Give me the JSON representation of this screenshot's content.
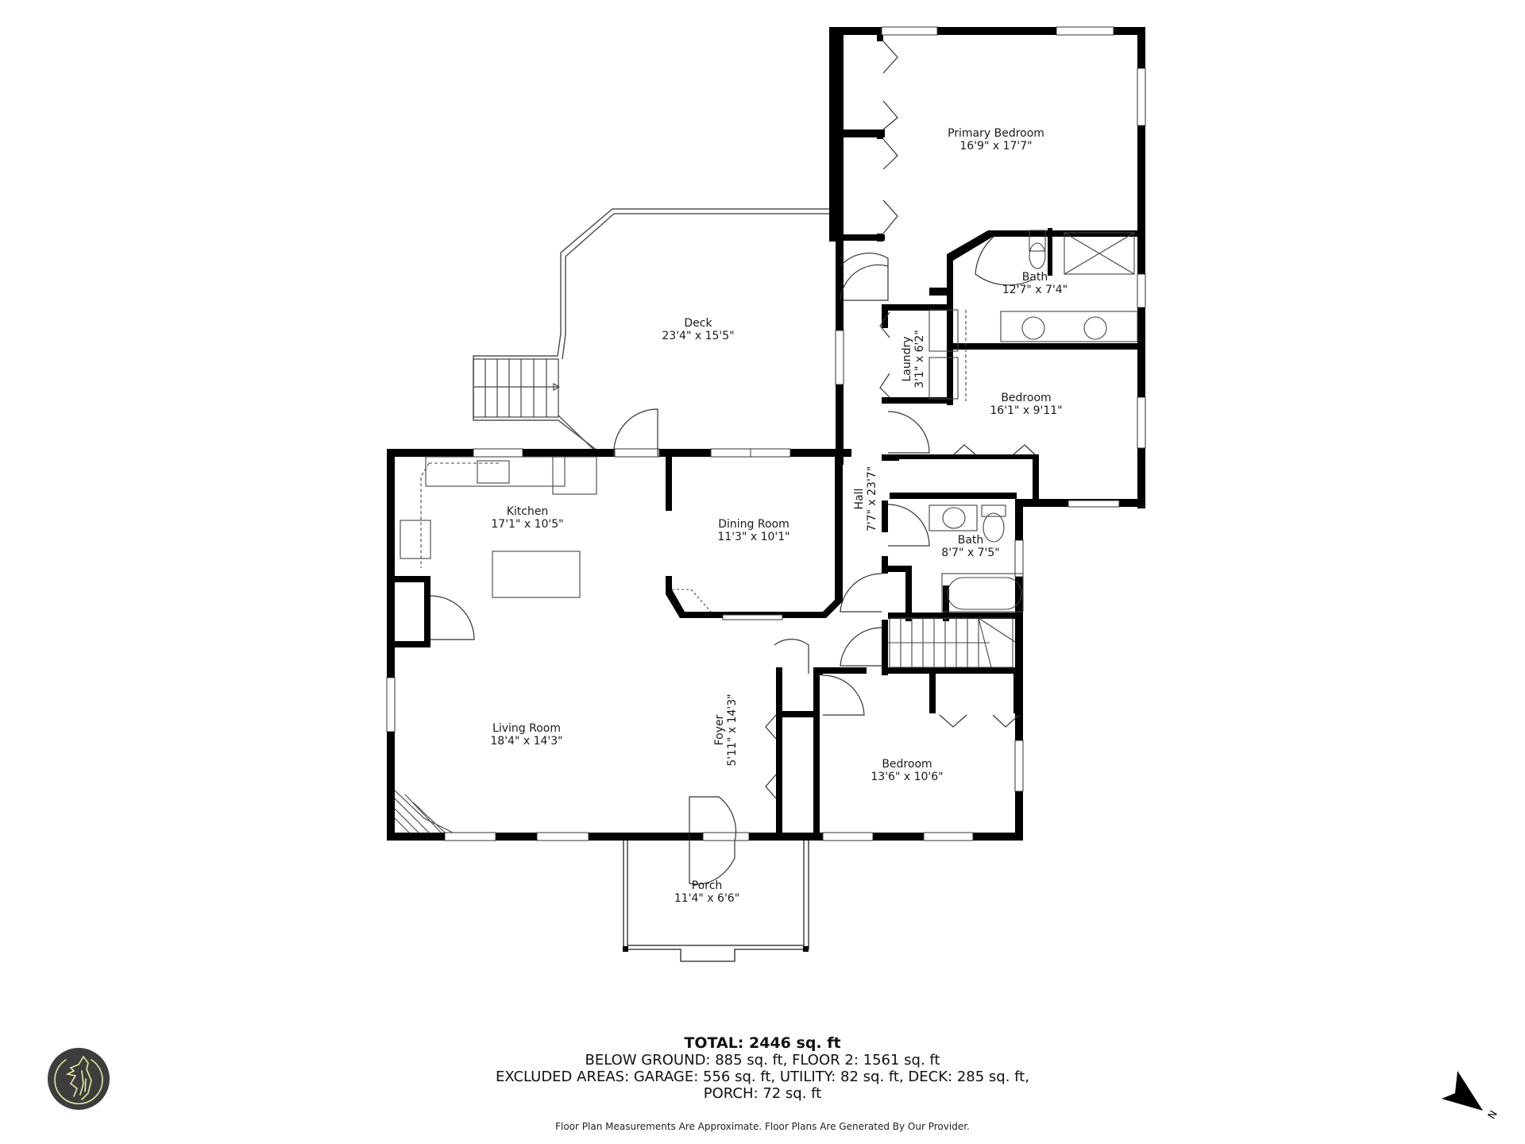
{
  "rooms": {
    "primary_bedroom": {
      "name": "Primary Bedroom",
      "dims": "16'9\" x 17'7\""
    },
    "primary_bath": {
      "name": "Bath",
      "dims": "12'7\" x 7'4\""
    },
    "deck": {
      "name": "Deck",
      "dims": "23'4\" x 15'5\""
    },
    "laundry": {
      "name": "Laundry",
      "dims": "3'1\" x 6'2\""
    },
    "bedroom_upper": {
      "name": "Bedroom",
      "dims": "16'1\" x 9'11\""
    },
    "kitchen": {
      "name": "Kitchen",
      "dims": "17'1\" x 10'5\""
    },
    "dining_room": {
      "name": "Dining Room",
      "dims": "11'3\" x 10'1\""
    },
    "hall": {
      "name": "Hall",
      "dims": "7'7\" x 23'7\""
    },
    "hall_bath": {
      "name": "Bath",
      "dims": "8'7\" x 7'5\""
    },
    "living_room": {
      "name": "Living Room",
      "dims": "18'4\" x 14'3\""
    },
    "foyer": {
      "name": "Foyer",
      "dims": "5'11\" x 14'3\""
    },
    "bedroom_lower": {
      "name": "Bedroom",
      "dims": "13'6\" x 10'6\""
    },
    "porch": {
      "name": "Porch",
      "dims": "11'4\" x 6'6\""
    }
  },
  "summary": {
    "total": "TOTAL: 2446 sq. ft",
    "line1": "BELOW GROUND: 885 sq. ft, FLOOR 2: 1561 sq. ft",
    "line2": "EXCLUDED AREAS: GARAGE: 556 sq. ft, UTILITY: 82 sq. ft, DECK: 285 sq. ft,",
    "line3": "PORCH: 72 sq. ft"
  },
  "disclaimer": "Floor Plan Measurements Are Approximate. Floor Plans Are Generated By Our Provider.",
  "compass": {
    "label": "N"
  },
  "colors": {
    "wall": "#000000",
    "line": "#333333",
    "logo_bg": "#3d3d3d",
    "logo_fg": "#e9e7a0"
  }
}
